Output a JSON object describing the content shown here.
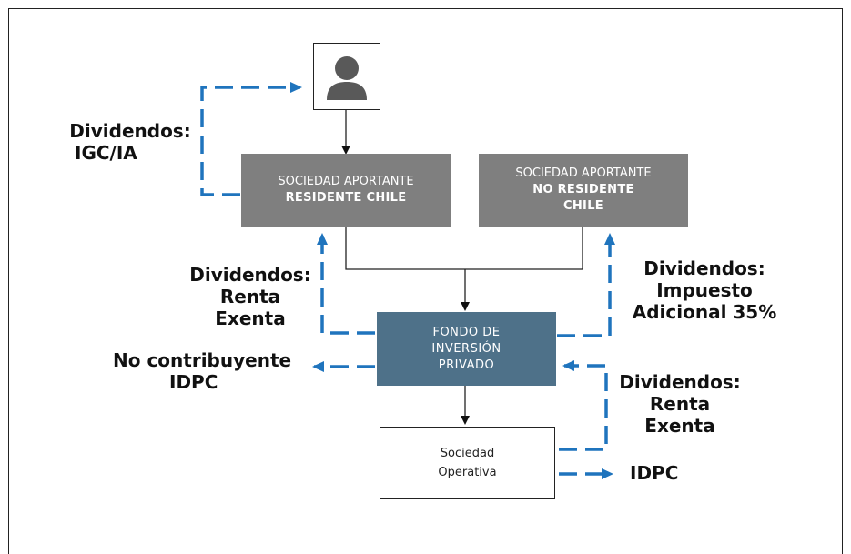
{
  "boxes": {
    "residente": {
      "line1": "SOCIEDAD APORTANTE",
      "line2": "RESIDENTE CHILE"
    },
    "no_residente": {
      "line1": "SOCIEDAD APORTANTE",
      "line2": "NO RESIDENTE",
      "line3": "CHILE"
    },
    "fondo": {
      "line1": "FONDO DE",
      "line2": "INVERSIÓN",
      "line3": "PRIVADO"
    },
    "operativa": {
      "line1": "Sociedad",
      "line2": "Operativa"
    }
  },
  "labels": {
    "igc": {
      "line1": "Dividendos:",
      "line2": "IGC/IA"
    },
    "renta_exenta_left": {
      "line1": "Dividendos:",
      "line2": "Renta",
      "line3": "Exenta"
    },
    "impuesto_adicional": {
      "line1": "Dividendos:",
      "line2": "Impuesto",
      "line3": "Adicional 35%"
    },
    "no_contribuyente": {
      "line1": "No contribuyente",
      "line2": "IDPC"
    },
    "renta_exenta_right": {
      "line1": "Dividendos:",
      "line2": "Renta",
      "line3": "Exenta"
    },
    "idpc": {
      "line1": "IDPC"
    }
  },
  "icons": {
    "person": "person-icon"
  },
  "colors": {
    "blue_dashed": "#1f74bd",
    "gray_box": "#7f7f7f",
    "fund_box": "#4e7189",
    "black_line": "#222222"
  }
}
